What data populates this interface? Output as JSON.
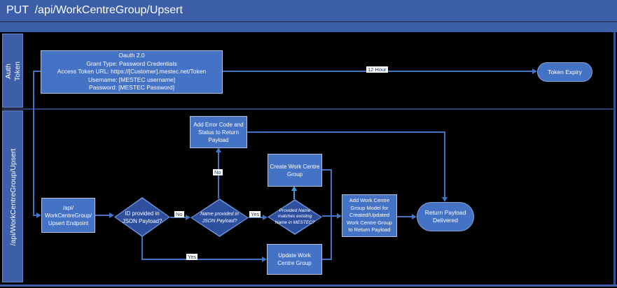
{
  "title": "PUT  /api/WorkCentreGroup/Upsert",
  "lanes": [
    {
      "label": "Auth\nToken"
    },
    {
      "label": "/api/WorkCentreGroup/Upsert"
    }
  ],
  "auth": {
    "oauth_details": "Oauth 2.0\nGrant Type: Password Credentials\nAccess Token URL: https://[Customer].mestec.net/Token\nUsername: [MESTEC username]\nPassword: [MESTEC Password]",
    "expiry_duration_label": "12 Hour",
    "token_expiry": "Token Expiry"
  },
  "flow": {
    "endpoint": "/api/\nWorkCentreGroup/\nUpsert Endpoint",
    "decision_id": "ID provided in\nJSON Payload?",
    "decision_name": "Name provided in\nJSON Payload?",
    "decision_match": "Provided Name\nmatches existing\nName in MESTEC?",
    "add_error": "Add Error Code and\nStatus to Return\nPayload",
    "create": "Create Work Centre\nGroup",
    "update": "Update Work\nCentre Group",
    "add_model": "Add Work Centre\nGroup Model for\nCreated/Updated\nWork Centre Group\nto Return Payload",
    "return_payload": "Return Payload\nDelivered"
  },
  "edge_labels": {
    "id_no": "No",
    "id_yes": "Yes",
    "name_no": "No",
    "name_yes": "Yes"
  },
  "colors": {
    "header_blue": "#3d5ea8",
    "node_fill": "#4472c4",
    "node_border": "#b7c3dd",
    "diamond_fill": "#2e4f9e",
    "diamond_border": "#6c94d8",
    "connector": "#4472c4",
    "connector_bright": "#3fa0e0",
    "edge_label_text": "#17355e"
  }
}
